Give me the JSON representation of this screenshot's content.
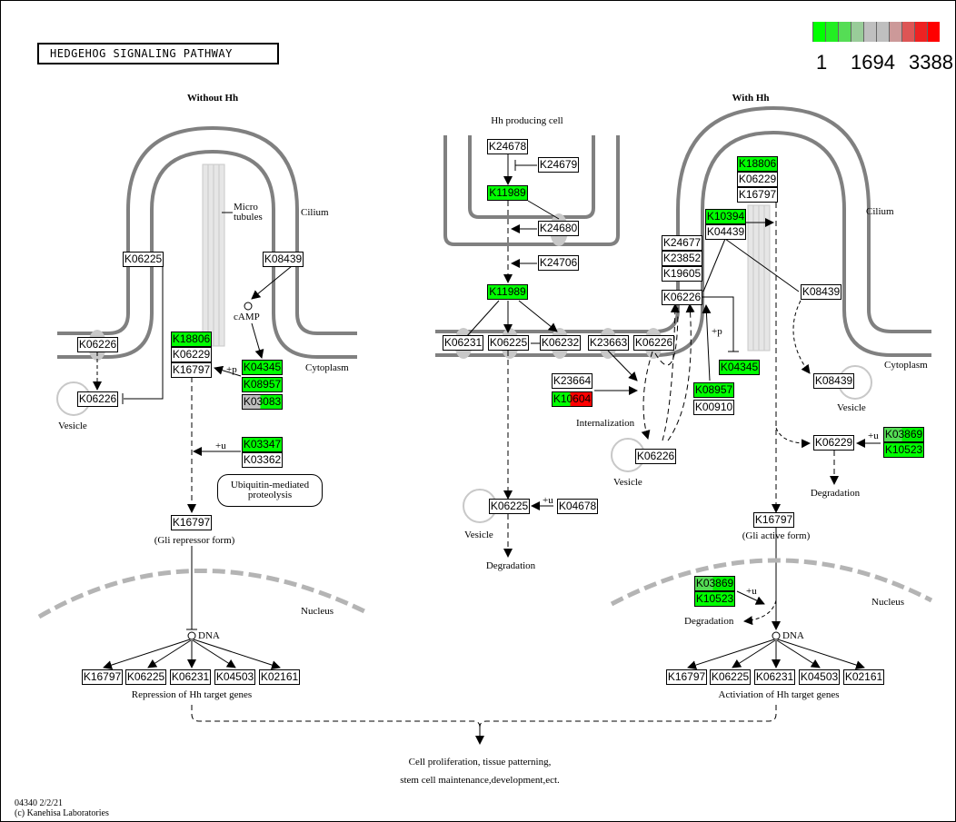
{
  "title": "HEDGEHOG SIGNALING PATHWAY",
  "legend": {
    "colors": [
      "#00ff00",
      "#22ee22",
      "#55dd55",
      "#99cc99",
      "#bfbfbf",
      "#bfbfbf",
      "#cc9999",
      "#dd5555",
      "#ee2222",
      "#ff0000"
    ],
    "labels": [
      "1",
      "1694",
      "3388"
    ]
  },
  "sections": {
    "without_hh": "Without Hh",
    "with_hh": "With Hh",
    "hh_producing": "Hh producing cell"
  },
  "labels": {
    "micro": "Micro",
    "tubules": "tubules",
    "cilium_left": "Cilium",
    "cilium_right": "Cilium",
    "camp": "cAMP",
    "cytoplasm_left": "Cytoplasm",
    "cytoplasm_right": "Cytoplasm",
    "vesicle_left": "Vesicle",
    "vesicle_mid1": "Vesicle",
    "vesicle_mid2": "Vesicle",
    "vesicle_right": "Vesicle",
    "plus_p_left": "+p",
    "plus_p_right": "+p",
    "plus_u_left": "+u",
    "plus_u_mid": "+u",
    "plus_u_right": "+u",
    "plus_u_nucleus": "+u",
    "ubiquitin_line1": "Ubiquitin-mediated",
    "ubiquitin_line2": "proteolysis",
    "gli_repressor": "(Gli repressor form)",
    "gli_active": "(Gli active form)",
    "nucleus_left": "Nucleus",
    "nucleus_right": "Nucleus",
    "dna_left": "DNA",
    "dna_right": "DNA",
    "repression": "Repression of Hh target genes",
    "activation": "Activiation  of Hh target genes",
    "internalization": "Internalization",
    "degradation_mid": "Degradation",
    "degradation_right": "Degradation",
    "degradation_nucleus": "Degradation",
    "outcome_line1": "Cell proliferation, tissue patterning,",
    "outcome_line2": "stem cell maintenance,development,ect."
  },
  "footer": {
    "line1": "04340 2/2/21",
    "line2": "(c) Kanehisa Laboratories"
  },
  "genes": [
    {
      "id": "g1",
      "label": "K06225",
      "fill": "white"
    },
    {
      "id": "g2",
      "label": "K08439",
      "fill": "white"
    },
    {
      "id": "g3",
      "label": "K06226",
      "fill": "white"
    },
    {
      "id": "g4",
      "label": "K06226",
      "fill": "white"
    },
    {
      "id": "g5",
      "label": "K18806",
      "fill": "green"
    },
    {
      "id": "g6",
      "label": "K06229",
      "fill": "white"
    },
    {
      "id": "g7",
      "label": "K16797",
      "fill": "white"
    },
    {
      "id": "g8",
      "label": "K04345",
      "fill": "green"
    },
    {
      "id": "g9",
      "label": "K08957",
      "fill": "green"
    },
    {
      "id": "g10",
      "label": "K03083",
      "fill": "gray-green"
    },
    {
      "id": "g11",
      "label": "K03347",
      "fill": "green"
    },
    {
      "id": "g12",
      "label": "K03362",
      "fill": "white"
    },
    {
      "id": "g13",
      "label": "K16797",
      "fill": "white"
    },
    {
      "id": "g14",
      "label": "K16797",
      "fill": "white"
    },
    {
      "id": "g15",
      "label": "K06225",
      "fill": "white"
    },
    {
      "id": "g16",
      "label": "K06231",
      "fill": "white"
    },
    {
      "id": "g17",
      "label": "K04503",
      "fill": "white"
    },
    {
      "id": "g18",
      "label": "K02161",
      "fill": "white"
    },
    {
      "id": "g19",
      "label": "K24678",
      "fill": "white"
    },
    {
      "id": "g20",
      "label": "K24679",
      "fill": "white"
    },
    {
      "id": "g21",
      "label": "K11989",
      "fill": "green"
    },
    {
      "id": "g22",
      "label": "K24680",
      "fill": "white"
    },
    {
      "id": "g23",
      "label": "K24706",
      "fill": "white"
    },
    {
      "id": "g24",
      "label": "K11989",
      "fill": "green"
    },
    {
      "id": "g25",
      "label": "K06231",
      "fill": "white"
    },
    {
      "id": "g26",
      "label": "K06225",
      "fill": "white"
    },
    {
      "id": "g27",
      "label": "K06232",
      "fill": "white"
    },
    {
      "id": "g28",
      "label": "K23663",
      "fill": "white"
    },
    {
      "id": "g29",
      "label": "K06226",
      "fill": "white"
    },
    {
      "id": "g30",
      "label": "K23664",
      "fill": "white"
    },
    {
      "id": "g31",
      "label": "K10604",
      "fill": "green-red"
    },
    {
      "id": "g32",
      "label": "K06226",
      "fill": "white"
    },
    {
      "id": "g33",
      "label": "K06225",
      "fill": "white"
    },
    {
      "id": "g34",
      "label": "K04678",
      "fill": "white"
    },
    {
      "id": "g35",
      "label": "K18806",
      "fill": "green"
    },
    {
      "id": "g36",
      "label": "K06229",
      "fill": "white"
    },
    {
      "id": "g37",
      "label": "K16797",
      "fill": "white"
    },
    {
      "id": "g38",
      "label": "K10394",
      "fill": "green"
    },
    {
      "id": "g39",
      "label": "K04439",
      "fill": "white"
    },
    {
      "id": "g40",
      "label": "K24677",
      "fill": "white"
    },
    {
      "id": "g41",
      "label": "K23852",
      "fill": "white"
    },
    {
      "id": "g42",
      "label": "K19605",
      "fill": "white"
    },
    {
      "id": "g43",
      "label": "K06226",
      "fill": "white"
    },
    {
      "id": "g44",
      "label": "K08439",
      "fill": "white"
    },
    {
      "id": "g45",
      "label": "K04345",
      "fill": "green"
    },
    {
      "id": "g46",
      "label": "K08957",
      "fill": "green"
    },
    {
      "id": "g47",
      "label": "K00910",
      "fill": "white"
    },
    {
      "id": "g48",
      "label": "K08439",
      "fill": "white"
    },
    {
      "id": "g49",
      "label": "K06229",
      "fill": "white"
    },
    {
      "id": "g50",
      "label": "K03869",
      "fill": "lightgreen-green"
    },
    {
      "id": "g51",
      "label": "K10523",
      "fill": "green"
    },
    {
      "id": "g52",
      "label": "K16797",
      "fill": "white"
    },
    {
      "id": "g53",
      "label": "K03869",
      "fill": "lightgreen-green"
    },
    {
      "id": "g54",
      "label": "K10523",
      "fill": "green"
    },
    {
      "id": "g55",
      "label": "K16797",
      "fill": "white"
    },
    {
      "id": "g56",
      "label": "K06225",
      "fill": "white"
    },
    {
      "id": "g57",
      "label": "K06231",
      "fill": "white"
    },
    {
      "id": "g58",
      "label": "K04503",
      "fill": "white"
    },
    {
      "id": "g59",
      "label": "K02161",
      "fill": "white"
    }
  ],
  "fills": {
    "white": "#ffffff",
    "green": "#00ff00",
    "gray-green": "linear-gradient(to right, #bfbfbf 0%, #bfbfbf 45%, #00ff00 45%, #00ff00 100%)",
    "green-red": "linear-gradient(to right, #00ff00 0%, #00ff00 45%, #ff0000 45%, #ff0000 100%)",
    "lightgreen-green": "linear-gradient(to right, #55dd55 0%, #55dd55 45%, #00ee00 45%, #00ee00 100%)"
  }
}
